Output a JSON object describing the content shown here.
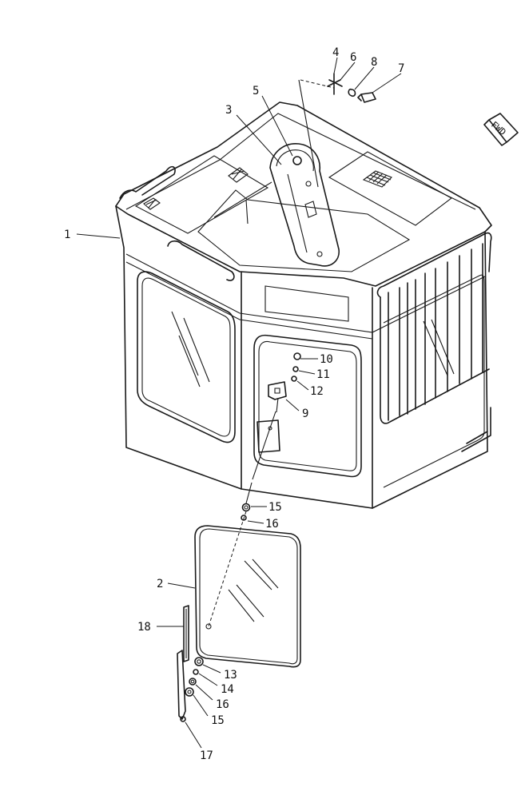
{
  "diagram": {
    "direction_badge": "FWD",
    "callouts": [
      {
        "id": "c1",
        "text": "1"
      },
      {
        "id": "c2",
        "text": "2"
      },
      {
        "id": "c3",
        "text": "3"
      },
      {
        "id": "c4",
        "text": "4"
      },
      {
        "id": "c5",
        "text": "5"
      },
      {
        "id": "c6",
        "text": "6"
      },
      {
        "id": "c7",
        "text": "7"
      },
      {
        "id": "c8",
        "text": "8"
      },
      {
        "id": "c9",
        "text": "9"
      },
      {
        "id": "c10",
        "text": "10"
      },
      {
        "id": "c11",
        "text": "11"
      },
      {
        "id": "c12",
        "text": "12"
      },
      {
        "id": "c13",
        "text": "13"
      },
      {
        "id": "c14",
        "text": "14"
      },
      {
        "id": "c15a",
        "text": "15"
      },
      {
        "id": "c15b",
        "text": "15"
      },
      {
        "id": "c16a",
        "text": "16"
      },
      {
        "id": "c16b",
        "text": "16"
      },
      {
        "id": "c17",
        "text": "17"
      },
      {
        "id": "c18",
        "text": "18"
      }
    ]
  }
}
